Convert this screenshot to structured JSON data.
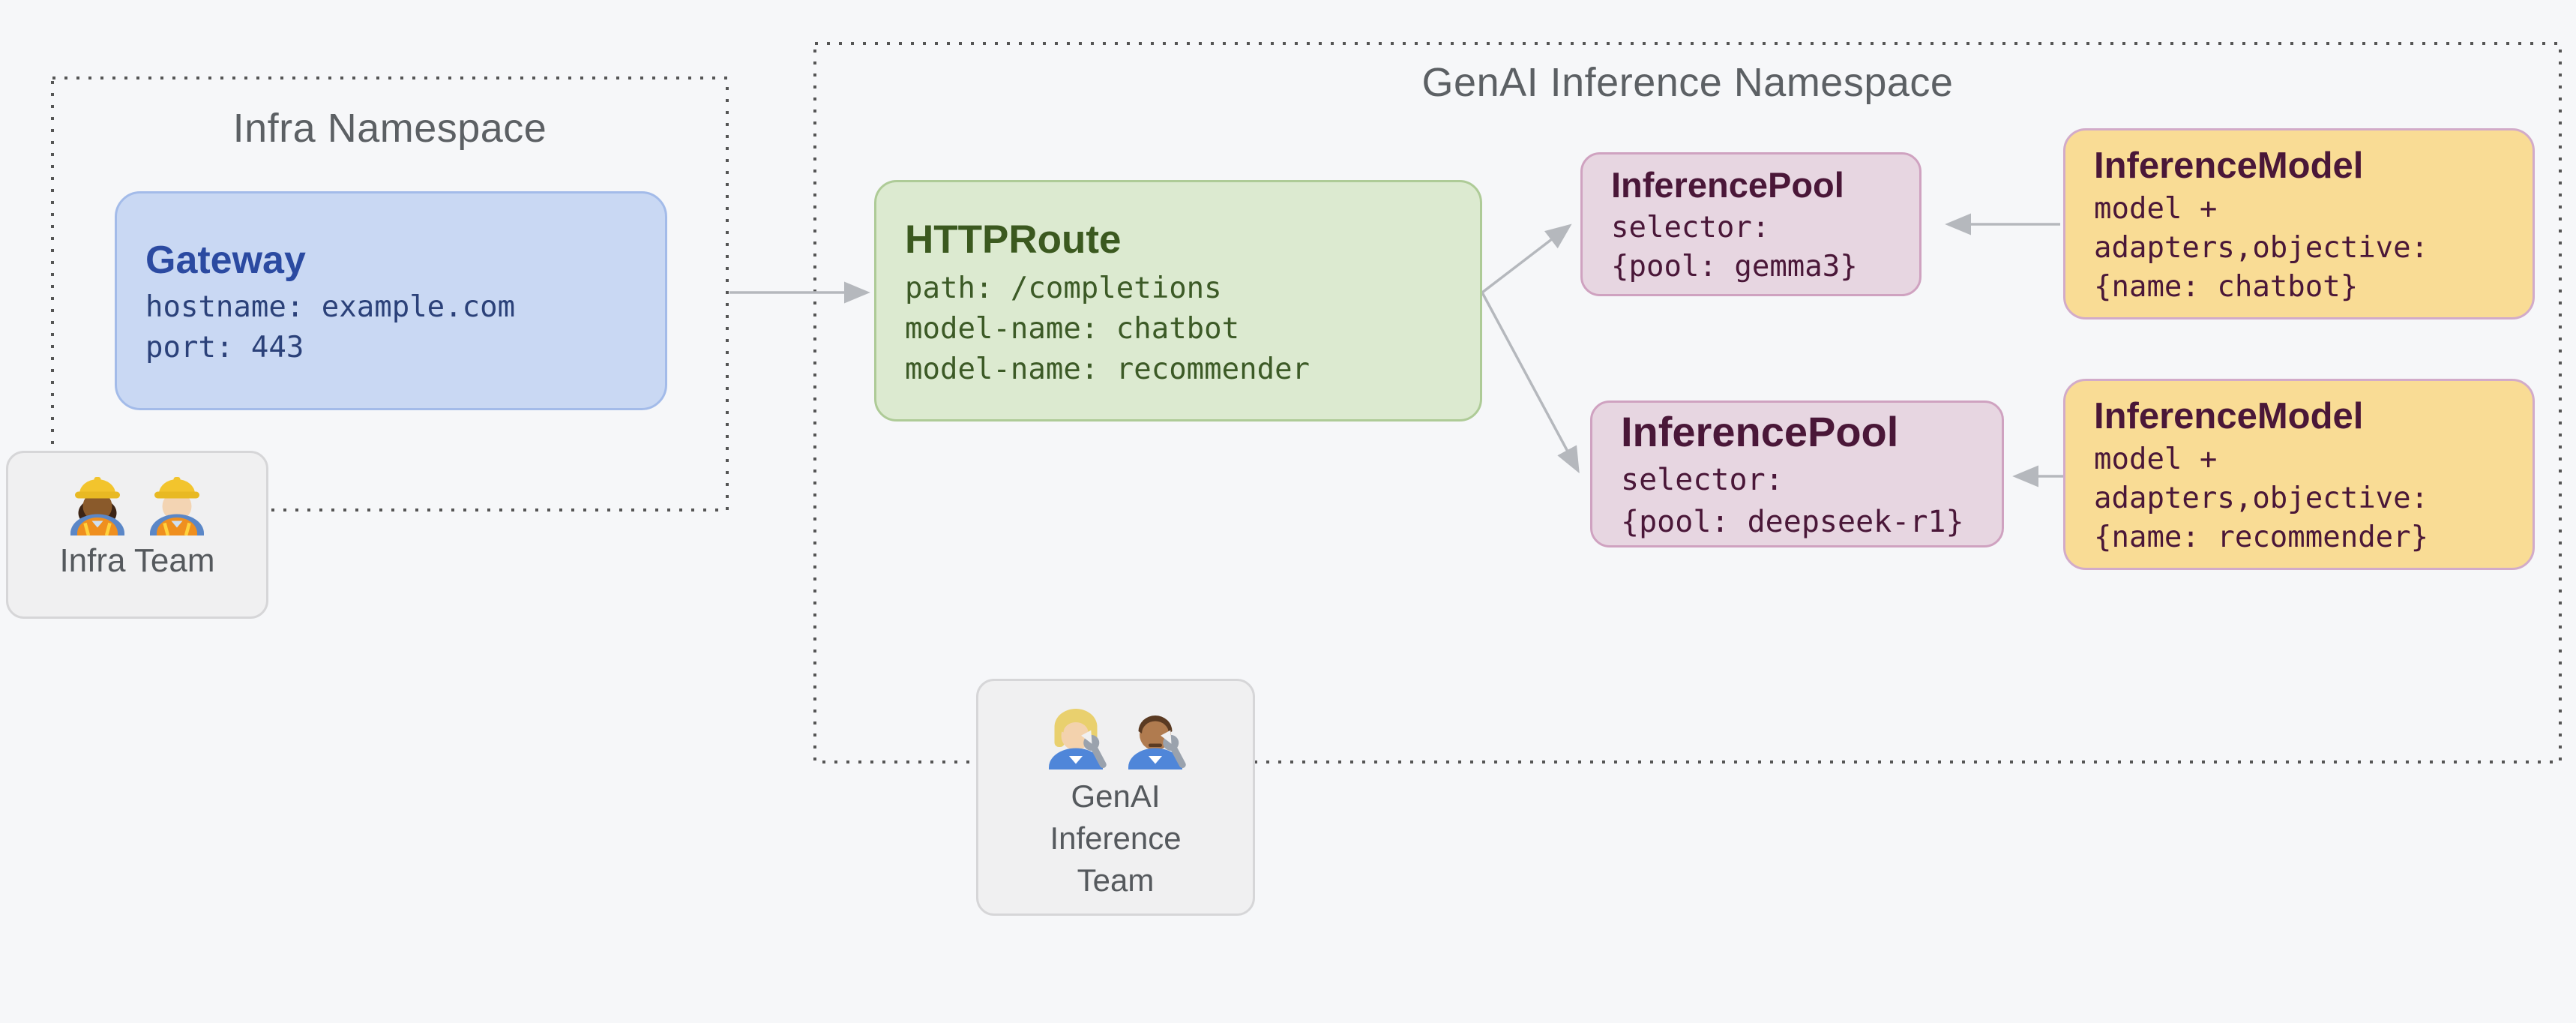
{
  "diagram": {
    "background": "#f6f7f9",
    "arrow_color": "#b5b8bd",
    "namespace_border_color": "#555555"
  },
  "namespaces": {
    "infra": {
      "title": "Infra Namespace"
    },
    "genai": {
      "title": "GenAI Inference Namespace"
    }
  },
  "nodes": {
    "gateway": {
      "title": "Gateway",
      "lines": [
        "hostname: example.com",
        "port: 443"
      ],
      "fill": "#c9d8f3",
      "border": "#a3bbe9",
      "text": "#2b4aa1"
    },
    "httproute": {
      "title": "HTTPRoute",
      "lines": [
        "path: /completions",
        "model-name: chatbot",
        "model-name: recommender"
      ],
      "fill": "#dcead0",
      "border": "#aecb97",
      "text": "#3b591f"
    },
    "pool_gemma": {
      "title": "InferencePool",
      "lines": [
        "selector:",
        "{pool: gemma3}"
      ],
      "fill": "#e7d6e1",
      "border": "#cfa2c0",
      "text": "#4a1738"
    },
    "pool_deepseek": {
      "title": "InferencePool",
      "lines": [
        "selector:",
        "{pool: deepseek-r1}"
      ],
      "fill": "#e7d6e1",
      "border": "#cfa2c0",
      "text": "#4a1738"
    },
    "model_chatbot": {
      "title": "InferenceModel",
      "lines": [
        "model +",
        "adapters,objective:",
        "{name: chatbot}"
      ],
      "fill": "#f9dc95",
      "border": "#d2abc9",
      "text": "#4a1738"
    },
    "model_recommender": {
      "title": "InferenceModel",
      "lines": [
        "model +",
        "adapters,objective:",
        "{name: recommender}"
      ],
      "fill": "#f9dc95",
      "border": "#d2abc9",
      "text": "#4a1738"
    }
  },
  "teams": {
    "infra": {
      "label": "Infra Team",
      "emoji": "👷🏾‍♀️👷🏻‍♂️",
      "icons": [
        "construction-worker-woman-emoji",
        "construction-worker-man-emoji"
      ]
    },
    "genai": {
      "label": "GenAI Inference Team",
      "emoji": "👩🏼‍🔧👨🏽‍🔧",
      "icons": [
        "woman-mechanic-emoji",
        "man-mechanic-emoji"
      ]
    }
  },
  "edges": [
    {
      "from": "gateway",
      "to": "httproute"
    },
    {
      "from": "httproute",
      "to": "pool_gemma"
    },
    {
      "from": "httproute",
      "to": "pool_deepseek"
    },
    {
      "from": "model_chatbot",
      "to": "pool_gemma"
    },
    {
      "from": "model_recommender",
      "to": "pool_deepseek"
    }
  ]
}
